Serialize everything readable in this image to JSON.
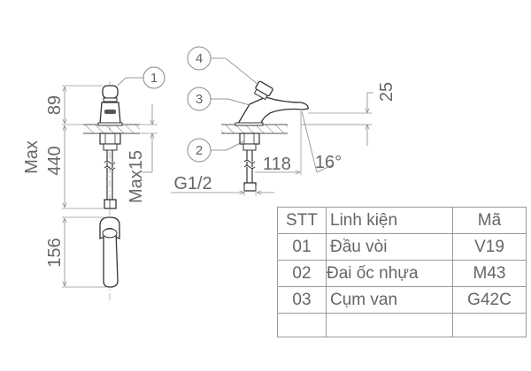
{
  "drawing": {
    "front_view": {
      "height_above_deck": "89",
      "max_below_deck_label": "Max",
      "max_below_deck": "440",
      "max_deck_thickness": "Max15",
      "balloon": "1"
    },
    "side_view": {
      "balloons": [
        "4",
        "3",
        "2"
      ],
      "spout_height": "25",
      "spout_reach": "118",
      "spout_angle": "16°",
      "thread_size": "G1/2"
    },
    "top_view": {
      "length": "156"
    },
    "line_color": "#333333",
    "dimension_color": "#888888"
  },
  "parts_table": {
    "headers": [
      "STT",
      "Linh kiện",
      "Mã"
    ],
    "rows": [
      {
        "stt": "01",
        "name": "Đầu vòi",
        "code": "V19"
      },
      {
        "stt": "02",
        "name": "Đai ốc nhựa",
        "code": "M43"
      },
      {
        "stt": "03",
        "name": "Cụm van",
        "code": "G42C"
      },
      {
        "stt": "",
        "name": "",
        "code": ""
      }
    ]
  }
}
